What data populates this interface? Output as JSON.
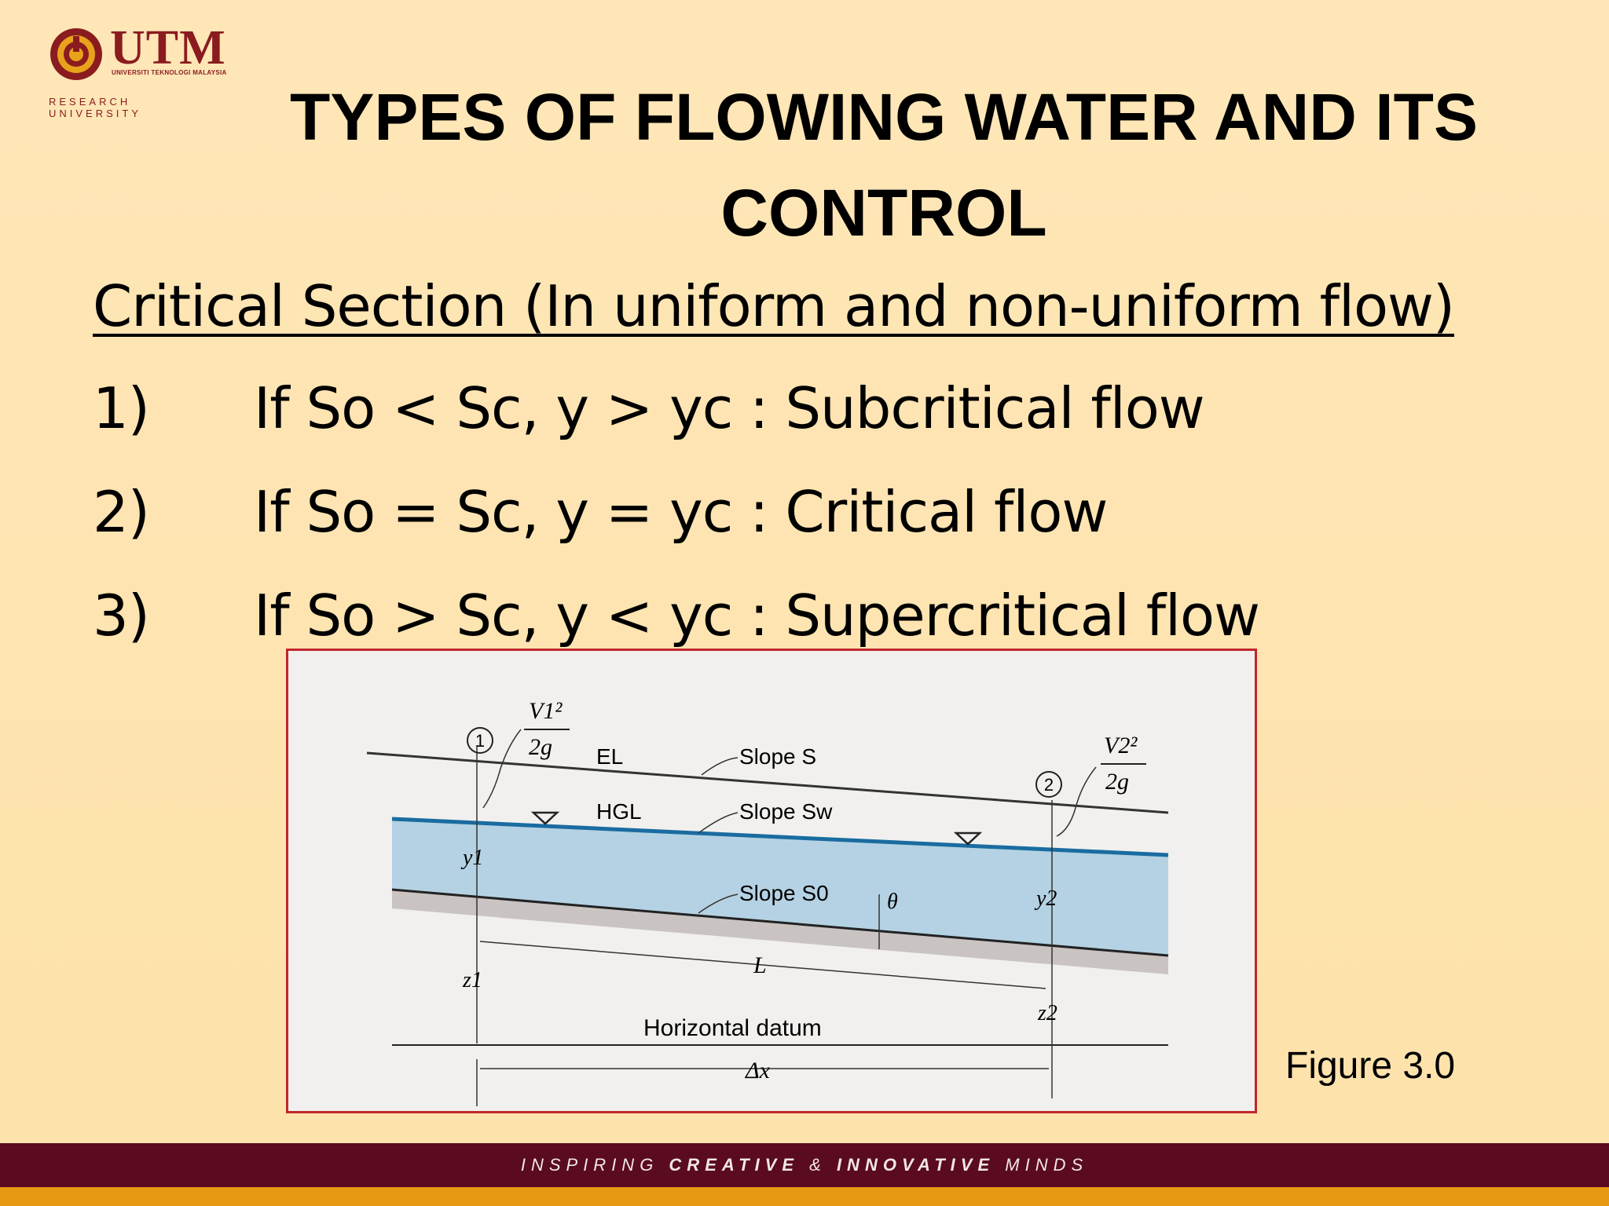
{
  "logo": {
    "name": "UTM",
    "subtitle": "UNIVERSITI TEKNOLOGI MALAYSIA",
    "tagline": "RESEARCH UNIVERSITY"
  },
  "title": {
    "line1": "TYPES OF  FLOWING WATER AND ITS",
    "line2": "CONTROL"
  },
  "subheading": "Critical Section (In uniform and non-uniform flow)",
  "items": [
    {
      "num": "1)",
      "text": "If So < Sc, y > yc : Subcritical flow"
    },
    {
      "num": "2)",
      "text": "If So = Sc, y = yc : Critical flow"
    },
    {
      "num": "3)",
      "text": "If So > Sc, y < yc : Supercritical flow"
    }
  ],
  "figure": {
    "caption": "Figure 3.0",
    "labels": {
      "section1": "1",
      "section2": "2",
      "el": "EL",
      "hgl": "HGL",
      "slope_s": "Slope S",
      "slope_sw": "Slope Sw",
      "slope_s0": "Slope S0",
      "v1": "V1²",
      "v2": "V2²",
      "g2": "2g",
      "y1": "y1",
      "y2": "y2",
      "z1": "z1",
      "z2": "z2",
      "length": "L",
      "theta": "θ",
      "datum": "Horizontal datum",
      "dx": "Δx"
    }
  },
  "footer": {
    "prefix": "INSPIRING ",
    "strong1": "CREATIVE",
    "middle": " & ",
    "strong2": "INNOVATIVE",
    "suffix": " MINDS"
  },
  "colors": {
    "background": "#fde3b0",
    "footer": "#5a0b1f",
    "footer_band": "#e69a13",
    "figure_border": "#c0262b",
    "water": "#a9cde0",
    "logo": "#8a1c1f"
  }
}
